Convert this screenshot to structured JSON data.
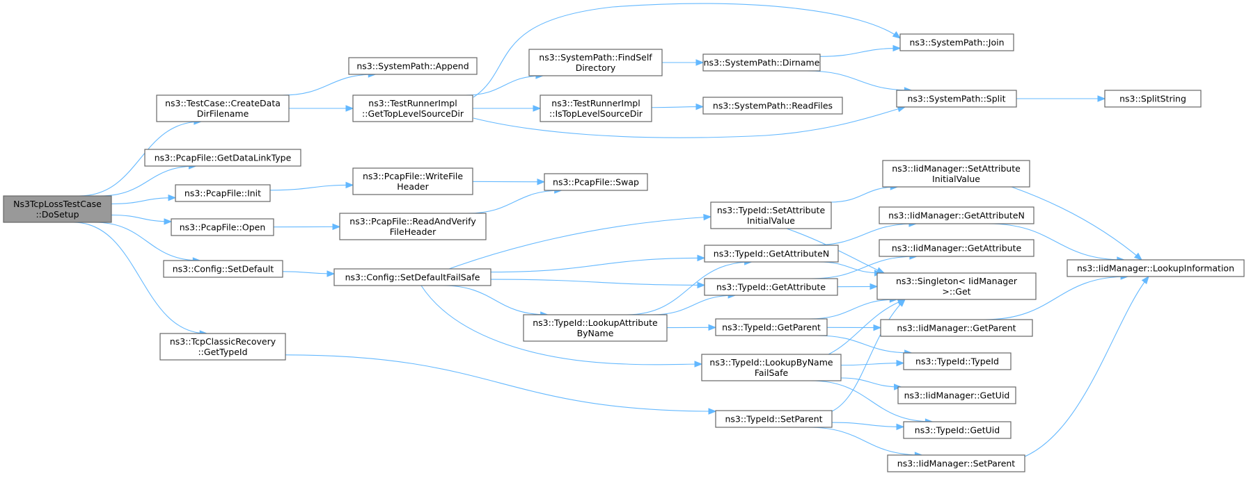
{
  "diagram": {
    "type": "call-graph",
    "nodes": [
      {
        "id": "n0",
        "lines": [
          "Ns3TcpLossTestCase",
          "::DoSetup"
        ],
        "root": true
      },
      {
        "id": "n1",
        "lines": [
          "ns3::TestCase::CreateData",
          "DirFilename"
        ]
      },
      {
        "id": "n2",
        "lines": [
          "ns3::PcapFile::GetDataLinkType"
        ]
      },
      {
        "id": "n3",
        "lines": [
          "ns3::PcapFile::Init"
        ]
      },
      {
        "id": "n4",
        "lines": [
          "ns3::PcapFile::Open"
        ]
      },
      {
        "id": "n5",
        "lines": [
          "ns3::Config::SetDefault"
        ]
      },
      {
        "id": "n6",
        "lines": [
          "ns3::TcpClassicRecovery",
          "::GetTypeId"
        ]
      },
      {
        "id": "n7",
        "lines": [
          "ns3::SystemPath::Append"
        ]
      },
      {
        "id": "n8",
        "lines": [
          "ns3::TestRunnerImpl",
          "::GetTopLevelSourceDir"
        ]
      },
      {
        "id": "n9",
        "lines": [
          "ns3::PcapFile::WriteFile",
          "Header"
        ]
      },
      {
        "id": "n10",
        "lines": [
          "ns3::PcapFile::ReadAndVerify",
          "FileHeader"
        ]
      },
      {
        "id": "n11",
        "lines": [
          "ns3::Config::SetDefaultFailSafe"
        ]
      },
      {
        "id": "n12",
        "lines": [
          "ns3::SystemPath::FindSelf",
          "Directory"
        ]
      },
      {
        "id": "n13",
        "lines": [
          "ns3::TestRunnerImpl",
          "::IsTopLevelSourceDir"
        ]
      },
      {
        "id": "n14",
        "lines": [
          "ns3::PcapFile::Swap"
        ]
      },
      {
        "id": "n15",
        "lines": [
          "ns3::TypeId::LookupAttribute",
          "ByName"
        ]
      },
      {
        "id": "n16",
        "lines": [
          "ns3::SystemPath::Dirname"
        ]
      },
      {
        "id": "n17",
        "lines": [
          "ns3::SystemPath::ReadFiles"
        ]
      },
      {
        "id": "n18",
        "lines": [
          "ns3::TypeId::SetAttribute",
          "InitialValue"
        ]
      },
      {
        "id": "n19",
        "lines": [
          "ns3::TypeId::GetAttributeN"
        ]
      },
      {
        "id": "n20",
        "lines": [
          "ns3::TypeId::GetAttribute"
        ]
      },
      {
        "id": "n21",
        "lines": [
          "ns3::TypeId::GetParent"
        ]
      },
      {
        "id": "n22",
        "lines": [
          "ns3::TypeId::LookupByName",
          "FailSafe"
        ]
      },
      {
        "id": "n23",
        "lines": [
          "ns3::TypeId::SetParent"
        ]
      },
      {
        "id": "n24",
        "lines": [
          "ns3::SystemPath::Join"
        ]
      },
      {
        "id": "n25",
        "lines": [
          "ns3::SystemPath::Split"
        ]
      },
      {
        "id": "n26",
        "lines": [
          "ns3::IidManager::SetAttribute",
          "InitialValue"
        ]
      },
      {
        "id": "n27",
        "lines": [
          "ns3::IidManager::GetAttributeN"
        ]
      },
      {
        "id": "n28",
        "lines": [
          "ns3::IidManager::GetAttribute"
        ]
      },
      {
        "id": "n29",
        "lines": [
          "ns3::Singleton< IidManager",
          " >::Get"
        ]
      },
      {
        "id": "n30",
        "lines": [
          "ns3::IidManager::GetParent"
        ]
      },
      {
        "id": "n31",
        "lines": [
          "ns3::TypeId::TypeId"
        ]
      },
      {
        "id": "n32",
        "lines": [
          "ns3::IidManager::GetUid"
        ]
      },
      {
        "id": "n33",
        "lines": [
          "ns3::TypeId::GetUid"
        ]
      },
      {
        "id": "n34",
        "lines": [
          "ns3::IidManager::SetParent"
        ]
      },
      {
        "id": "n35",
        "lines": [
          "ns3::SplitString"
        ]
      },
      {
        "id": "n36",
        "lines": [
          "ns3::IidManager::LookupInformation"
        ]
      }
    ],
    "edges": [
      [
        "n0",
        "n1"
      ],
      [
        "n0",
        "n2"
      ],
      [
        "n0",
        "n3"
      ],
      [
        "n0",
        "n4"
      ],
      [
        "n0",
        "n5"
      ],
      [
        "n0",
        "n6"
      ],
      [
        "n1",
        "n7"
      ],
      [
        "n1",
        "n8"
      ],
      [
        "n8",
        "n24"
      ],
      [
        "n8",
        "n12"
      ],
      [
        "n8",
        "n13"
      ],
      [
        "n8",
        "n25"
      ],
      [
        "n12",
        "n16"
      ],
      [
        "n16",
        "n24"
      ],
      [
        "n16",
        "n25"
      ],
      [
        "n25",
        "n35"
      ],
      [
        "n13",
        "n17"
      ],
      [
        "n3",
        "n9"
      ],
      [
        "n9",
        "n14"
      ],
      [
        "n4",
        "n10"
      ],
      [
        "n10",
        "n14"
      ],
      [
        "n5",
        "n11"
      ],
      [
        "n11",
        "n18"
      ],
      [
        "n11",
        "n19"
      ],
      [
        "n11",
        "n20"
      ],
      [
        "n11",
        "n15"
      ],
      [
        "n11",
        "n22"
      ],
      [
        "n18",
        "n26"
      ],
      [
        "n18",
        "n29"
      ],
      [
        "n26",
        "n36"
      ],
      [
        "n19",
        "n27"
      ],
      [
        "n19",
        "n29"
      ],
      [
        "n27",
        "n36"
      ],
      [
        "n20",
        "n28"
      ],
      [
        "n20",
        "n29"
      ],
      [
        "n15",
        "n19"
      ],
      [
        "n15",
        "n20"
      ],
      [
        "n15",
        "n21"
      ],
      [
        "n21",
        "n29"
      ],
      [
        "n21",
        "n30"
      ],
      [
        "n21",
        "n31"
      ],
      [
        "n30",
        "n36"
      ],
      [
        "n22",
        "n29"
      ],
      [
        "n22",
        "n31"
      ],
      [
        "n22",
        "n32"
      ],
      [
        "n22",
        "n33"
      ],
      [
        "n6",
        "n23"
      ],
      [
        "n23",
        "n29"
      ],
      [
        "n23",
        "n33"
      ],
      [
        "n23",
        "n34"
      ],
      [
        "n34",
        "n36"
      ]
    ]
  },
  "colors": {
    "edge": "#63b8ff",
    "root_fill": "#999999",
    "border": "#666666"
  }
}
